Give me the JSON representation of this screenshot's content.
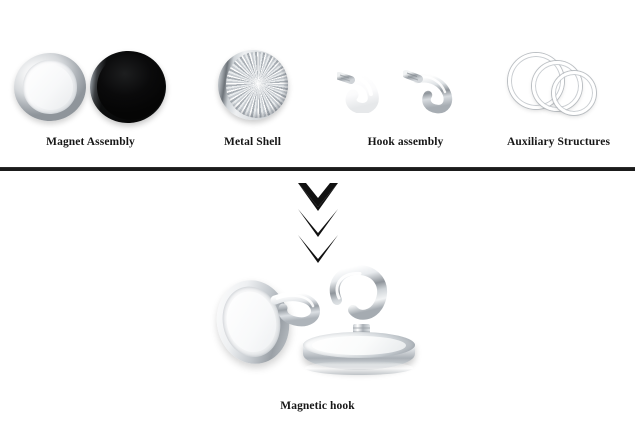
{
  "page": {
    "title": "Magnetic hook exploded component diagram",
    "background_color": "#ffffff",
    "divider_color": "#1b1b1b"
  },
  "components": [
    {
      "id": "magnet-assembly",
      "label": "Magnet Assembly",
      "parts": [
        "silver-capped magnet disc",
        "black magnet disc"
      ],
      "colors": [
        "#e9ebed",
        "#070707"
      ]
    },
    {
      "id": "metal-shell",
      "label": "Metal Shell",
      "parts": [
        "brushed steel cup"
      ],
      "colors": [
        "#c6cbd0"
      ]
    },
    {
      "id": "hook-assembly",
      "label": "Hook assembly",
      "parts": [
        "white coated hook",
        "chrome hook"
      ],
      "colors": [
        "#ffffff",
        "#b6bbc0"
      ]
    },
    {
      "id": "auxiliary-structures",
      "label": "Auxiliary Structures",
      "parts": [
        "large ring",
        "medium ring",
        "small ring"
      ],
      "colors": [
        "#ffffff"
      ]
    }
  ],
  "arrows": {
    "name": "chevron-down",
    "count": 3,
    "color": "#111111",
    "direction": "down"
  },
  "result": {
    "label": "Magnetic hook",
    "parts": [
      "magnet disc front view",
      "assembled hook with magnet base"
    ],
    "colors": [
      "#f4f5f6",
      "#c9ced3"
    ]
  }
}
